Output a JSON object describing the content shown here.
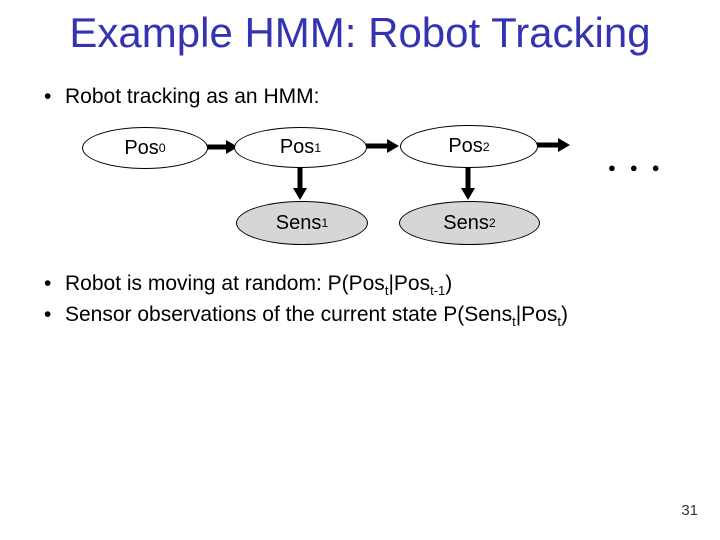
{
  "slide": {
    "title": "Example HMM: Robot Tracking",
    "page_number": "31",
    "bullet_char": "•"
  },
  "bullets": {
    "intro": "Robot tracking as an HMM:",
    "moving": {
      "pre": "Robot is moving at random: P(Pos",
      "sub_a": "t",
      "mid": "|Pos",
      "sub_b": "t-1",
      "end": ")"
    },
    "sensor": {
      "pre": "Sensor observations of the current state P(Sens",
      "sub_a": "t",
      "mid": "|Pos",
      "sub_b": "t",
      "end": ")"
    }
  },
  "diagram": {
    "pos_nodes": [
      {
        "label": "Pos",
        "sub": "0"
      },
      {
        "label": "Pos",
        "sub": "1"
      },
      {
        "label": "Pos",
        "sub": "2"
      }
    ],
    "sens_nodes": [
      {
        "label": "Sens",
        "sub": "1"
      },
      {
        "label": "Sens",
        "sub": "2"
      }
    ],
    "continuation_dots": "●●●"
  },
  "colors": {
    "title": "#3333B3",
    "sens_fill": "#D6D6D6",
    "ink": "#000000"
  }
}
